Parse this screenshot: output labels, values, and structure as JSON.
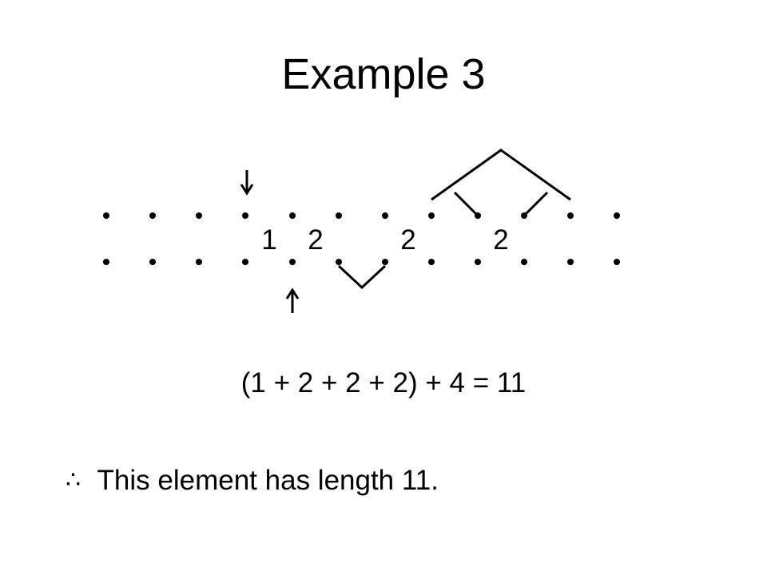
{
  "slide": {
    "title": "Example 3",
    "equation": "(1 + 2 + 2 + 2) + 4 = 11",
    "conclusion_symbol": "∴",
    "conclusion_text": "This element has length 11."
  },
  "diagram": {
    "dots_per_row": 12,
    "row_count": 2,
    "labels": [
      "1",
      "2",
      "2",
      "2"
    ],
    "arrows": [
      "down-arrow",
      "up-arrow"
    ],
    "line_color": "#000000"
  }
}
